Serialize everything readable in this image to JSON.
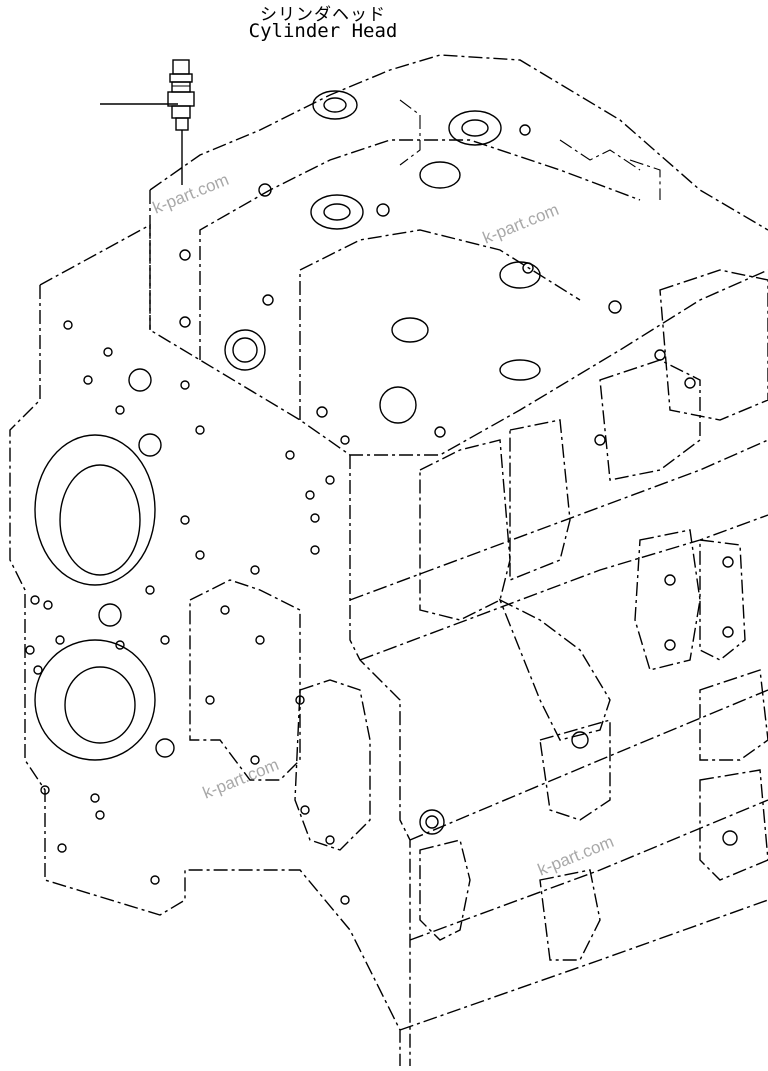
{
  "header": {
    "title_jp": "シリンダヘッド",
    "title_en": "Cylinder Head"
  },
  "watermarks": [
    "k-part.com",
    "k-part.com",
    "k-part.com",
    "k-part.com"
  ],
  "colors": {
    "line": "#000000",
    "background": "#ffffff",
    "watermark": "#9a9a9a"
  }
}
